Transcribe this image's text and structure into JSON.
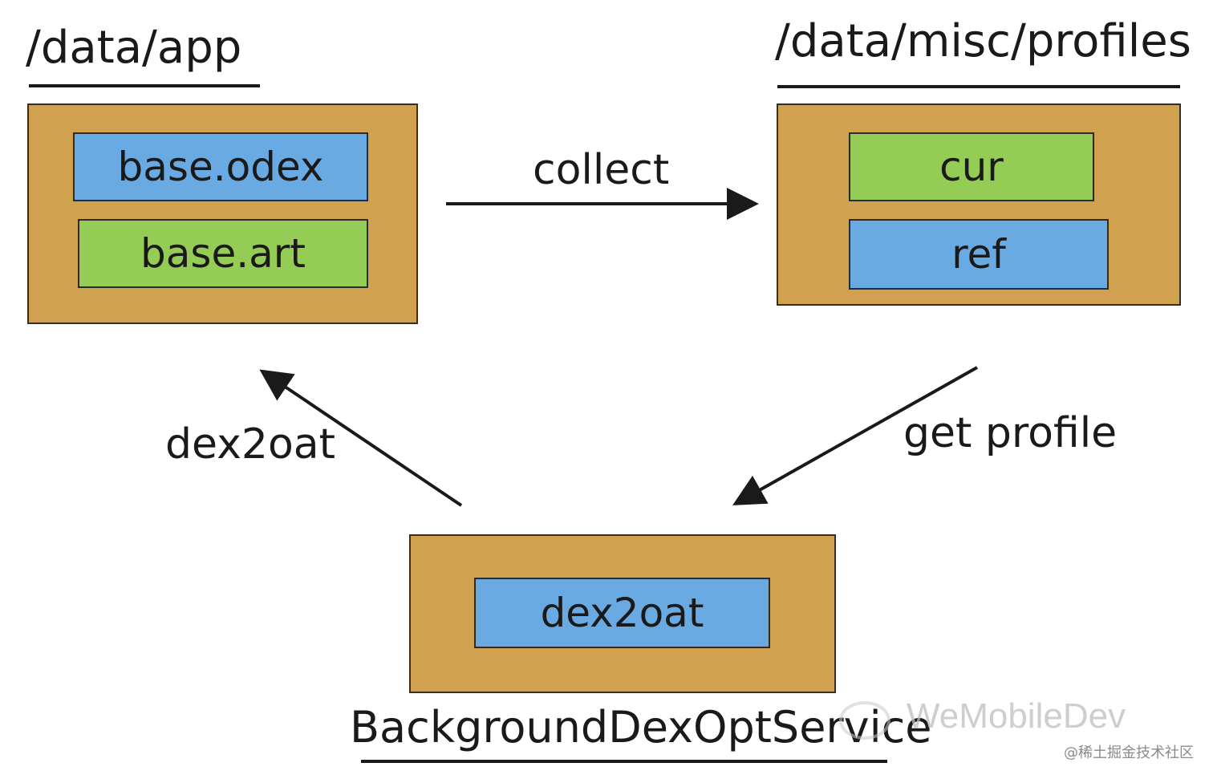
{
  "colors": {
    "container": "#d0a24f",
    "blue": "#6aaae2",
    "green": "#94cc55",
    "ink": "#1a1a1a"
  },
  "app_dir": {
    "path": "/data/app",
    "files": [
      "base.odex",
      "base.art"
    ]
  },
  "profiles_dir": {
    "path": "/data/misc/profiles",
    "files": [
      "cur",
      "ref"
    ]
  },
  "service": {
    "name": "BackgroundDexOptService",
    "tool": "dex2oat"
  },
  "edges": {
    "collect": "collect",
    "get_profile": "get profile",
    "dex2oat": "dex2oat"
  },
  "watermark": {
    "brand": "WeMobileDev",
    "credit": "@稀土掘金技术社区"
  }
}
